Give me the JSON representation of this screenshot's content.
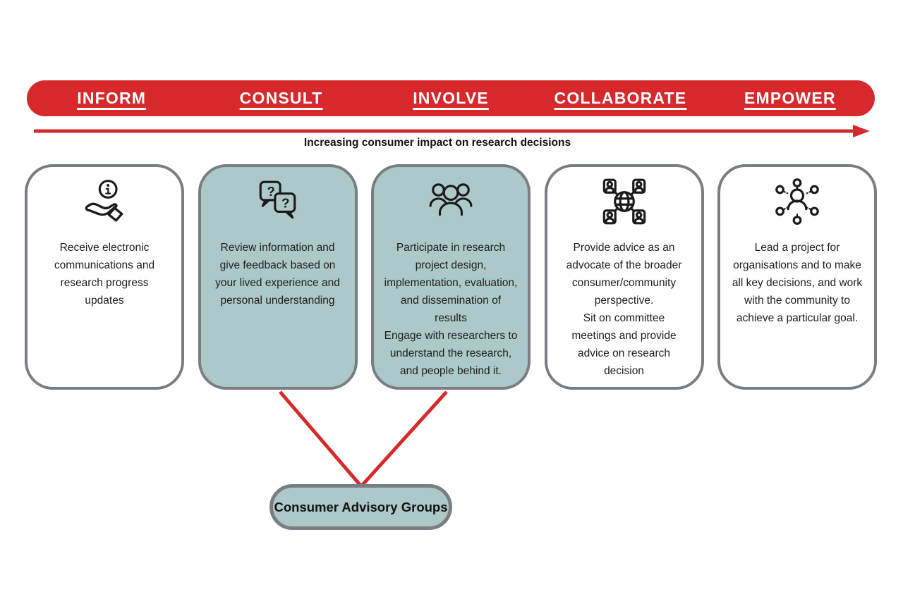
{
  "banner": {
    "items": [
      {
        "label": "INFORM"
      },
      {
        "label": "CONSULT"
      },
      {
        "label": "INVOLVE"
      },
      {
        "label": "COLLABORATE"
      },
      {
        "label": "EMPOWER"
      }
    ]
  },
  "arrow_label": "Increasing consumer impact on research decisions",
  "cards": [
    {
      "id": "inform",
      "icon": "info-hand-icon",
      "highlighted": false,
      "text": "Receive electronic\ncommunications and\nresearch progress\nupdates"
    },
    {
      "id": "consult",
      "icon": "question-bubbles-icon",
      "highlighted": true,
      "text": "Review information and\ngive feedback based on\nyour lived experience and\npersonal understanding"
    },
    {
      "id": "involve",
      "icon": "people-group-icon",
      "highlighted": true,
      "text": "Participate in research\nproject design,\nimplementation, evaluation,\nand dissemination of\nresults\nEngage with researchers to\nunderstand the research,\nand people behind it."
    },
    {
      "id": "collaborate",
      "icon": "globe-network-icon",
      "highlighted": false,
      "text": "Provide advice as an\nadvocate of the broader\nconsumer/community\nperspective.\nSit on committee\nmeetings and provide\nadvice on research\ndecision"
    },
    {
      "id": "empower",
      "icon": "person-hub-icon",
      "highlighted": false,
      "text": "Lead a project for\norganisations and to make\nall key decisions, and work\nwith the community to\nachieve a particular goal."
    }
  ],
  "advisory": {
    "label": "Consumer Advisory Groups"
  },
  "colors": {
    "red": "#d7282b",
    "teal": "#acc8c9",
    "border_gray": "#7a7e82",
    "text": "#1d1d1d",
    "banner_text": "#ffffff"
  }
}
